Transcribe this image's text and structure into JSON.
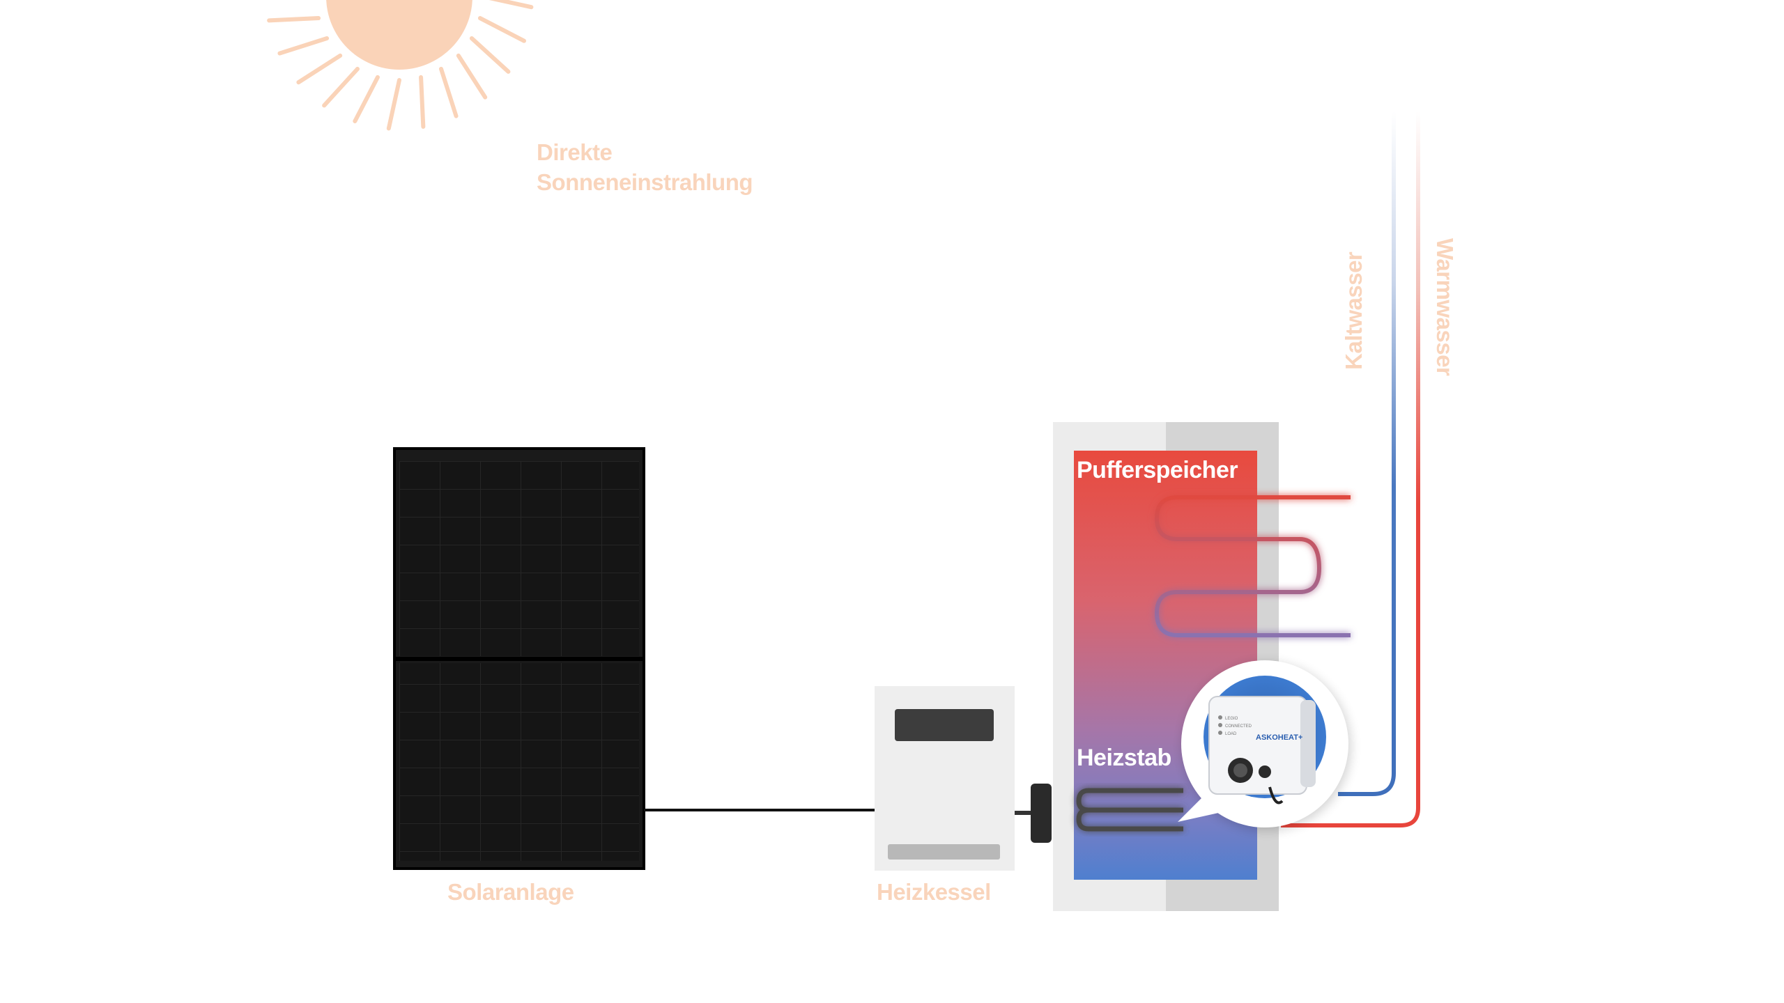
{
  "labels": {
    "sun_line1": "Direkte",
    "sun_line2": "Sonneneinstrahlung",
    "solar": "Solaranlage",
    "boiler": "Heizkessel",
    "buffer": "Pufferspeicher",
    "heating_rod": "Heizstab",
    "cold_water": "Kaltwasser",
    "warm_water": "Warmwasser"
  },
  "device": {
    "brand": "ASKOHEAT+",
    "status_lines": [
      "LEGIO",
      "CONNECTED",
      "LOAD"
    ]
  },
  "colors": {
    "sun": "#fad3b8",
    "label_peach": "#f9d4bb",
    "hot": "#e8453c",
    "cold": "#4a78c0",
    "panel": "#111111",
    "tank_shell": "#ececec"
  },
  "icons": {
    "sun": "sun-icon",
    "solar_panel": "solar-panel-icon",
    "boiler": "boiler-icon",
    "tank": "buffer-tank-icon",
    "controller": "heating-rod-controller-icon"
  }
}
